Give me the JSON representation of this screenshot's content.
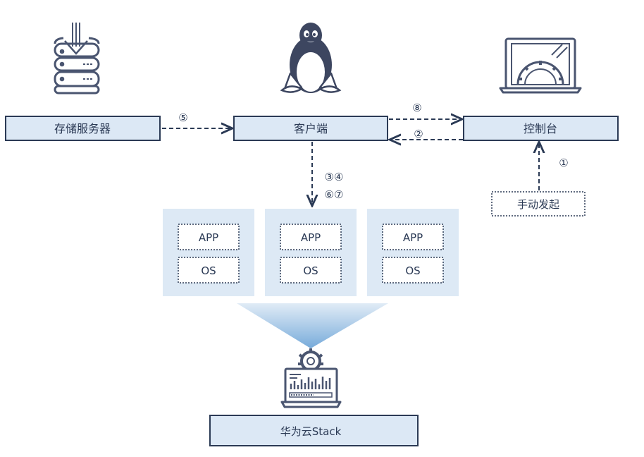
{
  "nodes": {
    "storage_server": "存储服务器",
    "client": "客户端",
    "console": "控制台",
    "manual_trigger": "手动发起",
    "platform": "华为云Stack"
  },
  "vms": [
    {
      "app": "APP",
      "os": "OS"
    },
    {
      "app": "APP",
      "os": "OS"
    },
    {
      "app": "APP",
      "os": "OS"
    }
  ],
  "steps": {
    "s1": "①",
    "s2": "②",
    "s34": "③④",
    "s5": "⑤",
    "s67": "⑥⑦",
    "s8": "⑧"
  },
  "icons": {
    "storage": "database-download-icon",
    "client": "linux-penguin-icon",
    "console": "laptop-gear-icon",
    "platform": "laptop-dashboard-gear-icon"
  },
  "colors": {
    "box_fill": "#dce8f5",
    "border": "#2b3a55",
    "vm_bg": "#dde9f5"
  }
}
